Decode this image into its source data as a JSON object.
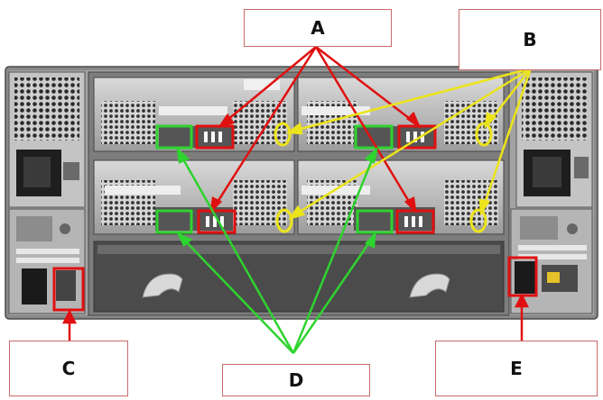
{
  "labels": {
    "a": "A",
    "b": "B",
    "c": "C",
    "d": "D",
    "e": "E"
  },
  "colors": {
    "red_callout": "#e01010",
    "yellow_callout": "#ece41a",
    "green_callout": "#2fd32f",
    "label_border": "#c96a6a",
    "chassis_dark": "#3a3a3a",
    "chassis_light": "#b9b9b9"
  }
}
